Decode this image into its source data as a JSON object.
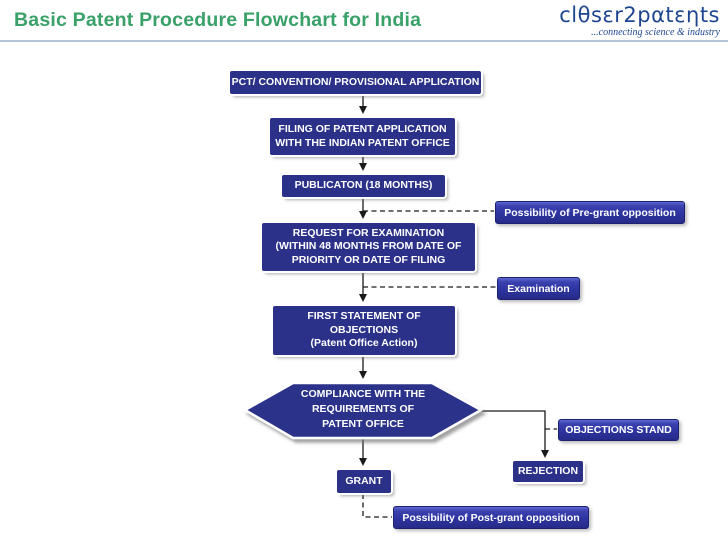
{
  "header": {
    "title": "Basic Patent Procedure Flowchart for India",
    "logo": {
      "brand": "clθsεr2pαtεηts",
      "tagline": "...connecting science & industry"
    }
  },
  "colors": {
    "title_green": "#3aa169",
    "logo_blue": "#1e4690",
    "main_box_navy": "#2b3089",
    "side_box_blue_top": "#5d66d0",
    "side_box_blue_bottom": "#262b88",
    "separator": "#b3c6d9",
    "connector": "#1a1a1a"
  },
  "flowchart": {
    "nodes": {
      "pct": {
        "label": "PCT/ CONVENTION/ PROVISIONAL APPLICATION"
      },
      "filing": {
        "lines": [
          "FILING OF PATENT APPLICATION",
          "WITH THE INDIAN PATENT OFFICE"
        ]
      },
      "publication": {
        "label": "PUBLICATON (18 MONTHS)"
      },
      "pre_grant": {
        "label": "Possibility of Pre-grant opposition"
      },
      "request": {
        "lines": [
          "REQUEST FOR EXAMINATION",
          "(WITHIN 48 MONTHS FROM DATE OF",
          "PRIORITY OR DATE OF FILING"
        ]
      },
      "examination": {
        "label": "Examination"
      },
      "first_statement": {
        "lines": [
          "FIRST STATEMENT OF",
          "OBJECTIONS",
          "(Patent Office Action)"
        ]
      },
      "compliance": {
        "lines": [
          "COMPLIANCE WITH THE",
          "REQUIREMENTS OF",
          "PATENT OFFICE"
        ]
      },
      "objections_stand": {
        "label": "OBJECTIONS STAND"
      },
      "rejection": {
        "label": "REJECTION"
      },
      "grant": {
        "label": "GRANT"
      },
      "post_grant": {
        "label": "Possibility of Post-grant opposition"
      }
    },
    "edges": [
      {
        "from": "pct",
        "to": "filing",
        "style": "solid-arrow"
      },
      {
        "from": "filing",
        "to": "publication",
        "style": "solid-arrow"
      },
      {
        "from": "publication",
        "to": "request",
        "style": "solid-arrow"
      },
      {
        "from": "publication-request-line",
        "to": "pre_grant",
        "style": "dashed"
      },
      {
        "from": "request",
        "to": "first_statement",
        "style": "solid-arrow"
      },
      {
        "from": "request-first_statement-line",
        "to": "examination",
        "style": "dashed"
      },
      {
        "from": "first_statement",
        "to": "compliance",
        "style": "solid-arrow"
      },
      {
        "from": "compliance",
        "to": "grant",
        "style": "solid-arrow"
      },
      {
        "from": "compliance",
        "to": "rejection",
        "style": "solid-arrow"
      },
      {
        "from": "compliance-rejection-line",
        "to": "objections_stand",
        "style": "dashed"
      },
      {
        "from": "grant",
        "to": "post_grant",
        "style": "dashed"
      }
    ]
  }
}
